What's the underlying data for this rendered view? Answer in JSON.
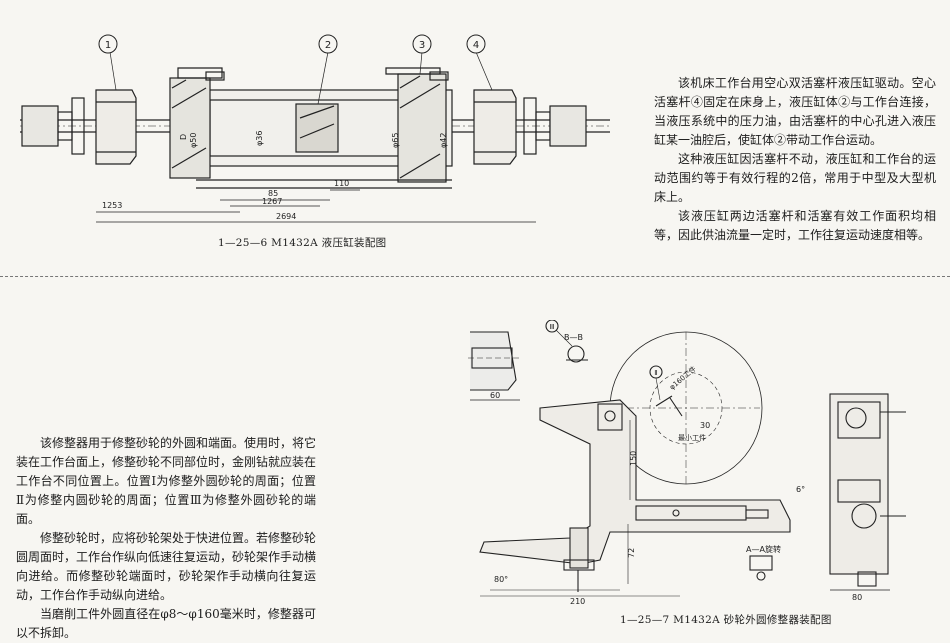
{
  "top_section": {
    "caption": "1—25—6  M1432A 液压缸装配图",
    "paragraphs": [
      "该机床工作台用空心双活塞杆液压缸驱动。空心活塞杆④固定在床身上，液压缸体②与工作台连接，当液压系统中的压力油，由活塞杆的中心孔进入液压缸某一油腔后，使缸体②带动工作台运动。",
      "这种液压缸因活塞杆不动，液压缸和工作台的运动范围约等于有效行程的2倍，常用于中型及大型机床上。",
      "该液压缸两边活塞杆和活塞有效工作面积均相等，因此供油流量一定时，工作往复运动速度相等。"
    ],
    "drawing_labels": {
      "callouts": [
        "1",
        "2",
        "3",
        "4"
      ],
      "dimensions": [
        "1253",
        "2694",
        "1267",
        "85",
        "110"
      ],
      "diameters": [
        "D",
        "φ50",
        "φ36",
        "φ65",
        "φ42"
      ]
    }
  },
  "bottom_section": {
    "caption": "1—25—7  M1432A 砂轮外圆修整器装配图",
    "paragraphs": [
      "该修整器用于修整砂轮的外圆和端面。使用时，将它装在工作台面上，修整砂轮不同部位时，金刚钻就应装在工作台不同位置上。位置Ⅰ为修整外圆砂轮的周面；位置Ⅱ为修整内圆砂轮的周面；位置Ⅲ为修整外圆砂轮的端面。",
      "修整砂轮时，应将砂轮架处于快进位置。若修整砂轮圆周面时，工作台作纵向低速往复运动，砂轮架作手动横向进给。而修整砂轮端面时，砂轮架作手动横向往复运动，工作台作手动纵向进给。",
      "当磨削工件外圆直径在φ8～φ160毫米时，修整器可以不拆卸。"
    ],
    "drawing_labels": {
      "callouts": [
        "Ⅲ",
        "Ⅱ"
      ],
      "section": "B—B",
      "view": "A—A旋转",
      "dimensions": [
        "60",
        "150",
        "72",
        "210",
        "80°",
        "80",
        "30",
        "6°"
      ],
      "annotations": [
        "φ160工件",
        "最小工件"
      ]
    }
  },
  "colors": {
    "ink": "#1c1c1c",
    "paper": "#f7f6f2"
  }
}
